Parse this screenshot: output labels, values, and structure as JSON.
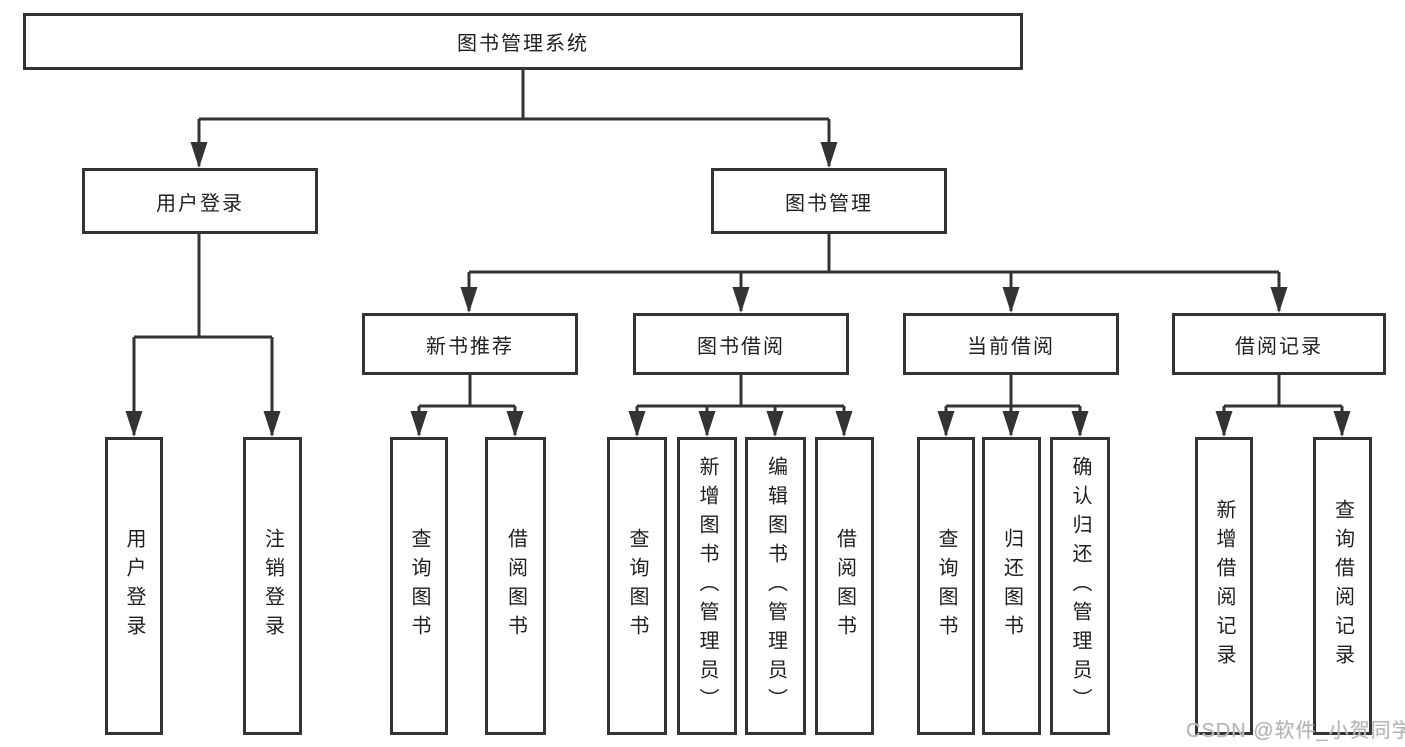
{
  "title": "图书管理系统",
  "watermark": "CSDN @软件_小贺同学",
  "level2": [
    {
      "label": "用户登录"
    },
    {
      "label": "图书管理"
    }
  ],
  "level3": [
    {
      "label": "新书推荐"
    },
    {
      "label": "图书借阅"
    },
    {
      "label": "当前借阅"
    },
    {
      "label": "借阅记录"
    }
  ],
  "leaves": [
    {
      "label": "用户登录"
    },
    {
      "label": "注销登录"
    },
    {
      "label": "查询图书"
    },
    {
      "label": "借阅图书"
    },
    {
      "label": "查询图书"
    },
    {
      "label": "新增图书（管理员）"
    },
    {
      "label": "编辑图书（管理员）"
    },
    {
      "label": "借阅图书"
    },
    {
      "label": "查询图书"
    },
    {
      "label": "归还图书"
    },
    {
      "label": "确认归还（管理员）"
    },
    {
      "label": "新增借阅记录"
    },
    {
      "label": "查询借阅记录"
    }
  ],
  "colors": {
    "line": "#333333",
    "text": "#1f1f1f",
    "watermark": "#b5b5b5",
    "background": "#ffffff"
  }
}
